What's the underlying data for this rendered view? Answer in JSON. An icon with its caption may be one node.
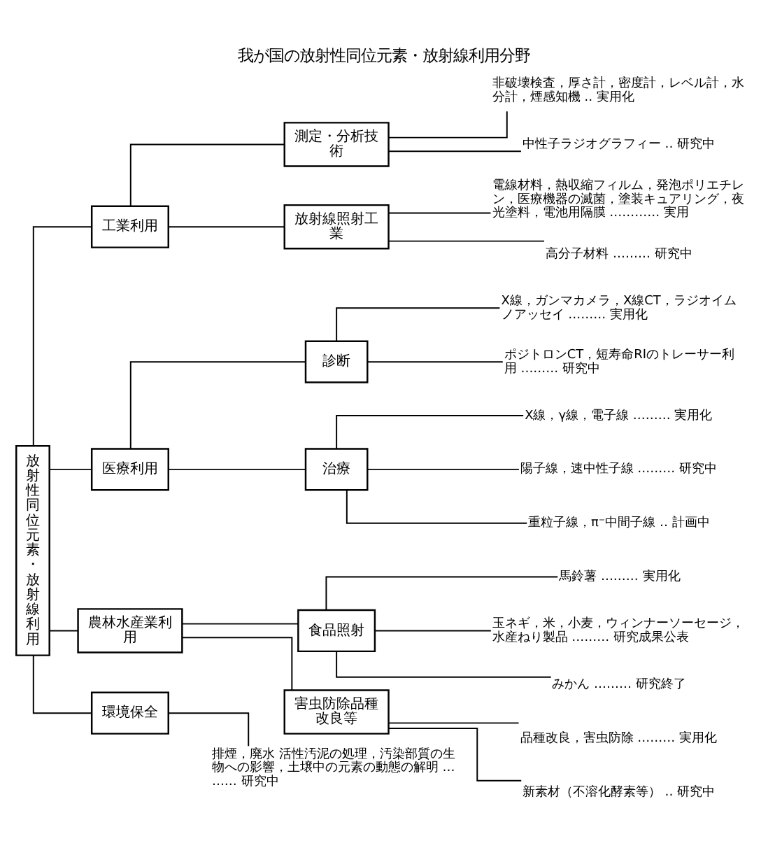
{
  "diagram": {
    "title": "我が国の放射性同位元素・放射線利用分野",
    "nodes": [
      {
        "text": [
          "放射性同位元素・放射線利用"
        ]
      },
      {
        "text": [
          "工業利用"
        ]
      },
      {
        "text": [
          "測定・分析技術"
        ]
      },
      {
        "text": [
          "非破壊検査，厚さ計，密度計，レベル計，水分計，煙感知機 ‥ 実用化"
        ]
      },
      {
        "text": [
          "中性子ラジオグラフィー ‥ 研究中"
        ]
      },
      {
        "text": [
          "放射線照射工業"
        ]
      },
      {
        "text": [
          "電線材料，熱収縮フィルム，発泡ポリエチレン，医療機器の滅菌，塗装キュアリング，夜光塗料，電池用隔膜 ………… 実用"
        ]
      },
      {
        "text": [
          "高分子材料 ……… 研究中"
        ]
      },
      {
        "text": [
          "医療利用"
        ]
      },
      {
        "text": [
          "診断"
        ]
      },
      {
        "text": [
          "X線，ガンマカメラ，X線CT，ラジオイムノアッセイ ……… 実用化"
        ]
      },
      {
        "text": [
          "ポジトロンCT，短寿命RIのトレーサー利用 ……… 研究中"
        ]
      },
      {
        "text": [
          "治療"
        ]
      },
      {
        "text": [
          "X線，γ線，電子線 ……… 実用化"
        ]
      },
      {
        "text": [
          "陽子線，速中性子線 ……… 研究中"
        ]
      },
      {
        "text": [
          "重粒子線，π⁻中間子線 ‥ 計画中"
        ]
      },
      {
        "text": [
          "農林水産業利用"
        ]
      },
      {
        "text": [
          "食品照射"
        ]
      },
      {
        "text": [
          "馬鈴薯 ……… 実用化"
        ]
      },
      {
        "text": [
          "玉ネギ，米，小麦，ウィンナーソーセージ，水産ねり製品 ……… 研究成果公表"
        ]
      },
      {
        "text": [
          "みかん ……… 研究終了"
        ]
      },
      {
        "text": [
          "害虫防除品種改良等"
        ]
      },
      {
        "text": [
          "品種改良，害虫防除 ……… 実用化"
        ]
      },
      {
        "text": [
          "新素材（不溶化酵素等） ‥ 研究中"
        ]
      },
      {
        "text": [
          "環境保全"
        ]
      },
      {
        "text": [
          "排煙，廃水 活性汚泥の処理，汚染部質の生物への影響，土壌中の元素の動態の解明 ……… 研究中"
        ]
      }
    ],
    "edges": [
      {
        "from": 0,
        "to": 1,
        "arrow": "none"
      },
      {
        "from": 1,
        "to": 2,
        "arrow": "none"
      },
      {
        "from": 2,
        "to": 3,
        "arrow": "none"
      },
      {
        "from": 2,
        "to": 4,
        "arrow": "none"
      },
      {
        "from": 1,
        "to": 5,
        "arrow": "none"
      },
      {
        "from": 5,
        "to": 6,
        "arrow": "none"
      },
      {
        "from": 5,
        "to": 7,
        "arrow": "none"
      },
      {
        "from": 0,
        "to": 8,
        "arrow": "none"
      },
      {
        "from": 8,
        "to": 9,
        "arrow": "none"
      },
      {
        "from": 9,
        "to": 10,
        "arrow": "none"
      },
      {
        "from": 9,
        "to": 11,
        "arrow": "none"
      },
      {
        "from": 8,
        "to": 12,
        "arrow": "none"
      },
      {
        "from": 12,
        "to": 13,
        "arrow": "none"
      },
      {
        "from": 12,
        "to": 14,
        "arrow": "none"
      },
      {
        "from": 12,
        "to": 15,
        "arrow": "none"
      },
      {
        "from": 0,
        "to": 16,
        "arrow": "none"
      },
      {
        "from": 16,
        "to": 17,
        "arrow": "none"
      },
      {
        "from": 17,
        "to": 18,
        "arrow": "none"
      },
      {
        "from": 17,
        "to": 19,
        "arrow": "none"
      },
      {
        "from": 17,
        "to": 20,
        "arrow": "none"
      },
      {
        "from": 16,
        "to": 21,
        "arrow": "none"
      },
      {
        "from": 21,
        "to": 22,
        "arrow": "none"
      },
      {
        "from": 21,
        "to": 23,
        "arrow": "none"
      },
      {
        "from": 0,
        "to": 24,
        "arrow": "none"
      },
      {
        "from": 24,
        "to": 25,
        "arrow": "none"
      }
    ]
  }
}
